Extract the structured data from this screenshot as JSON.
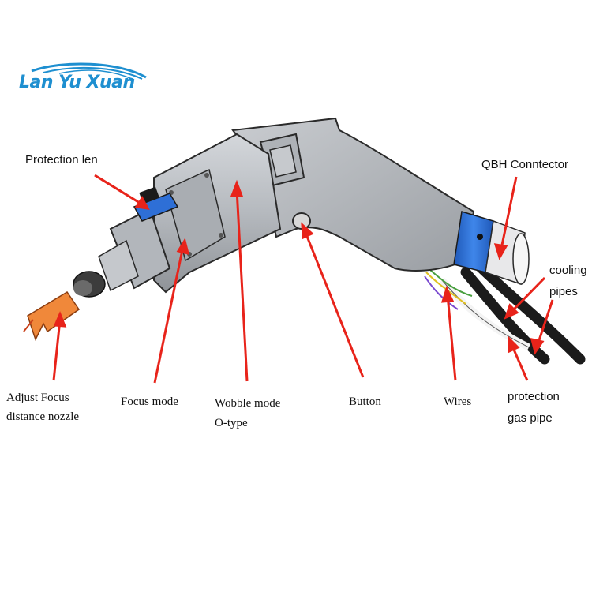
{
  "logo": {
    "text": "Lan Yu Xuan",
    "color": "#1e8fd0"
  },
  "labels": {
    "protection_len": "Protection len",
    "qbh_connector": "QBH Conntector",
    "cooling_pipes_line1": "cooling",
    "cooling_pipes_line2": "pipes",
    "adjust_focus_line1": "Adjust Focus",
    "adjust_focus_line2": "distance nozzle",
    "focus_mode": "Focus mode",
    "wobble_mode_line1": "Wobble mode",
    "wobble_mode_line2": "O-type",
    "button": "Button",
    "wires": "Wires",
    "protection_gas_line1": "protection",
    "protection_gas_line2": "gas pipe"
  },
  "colors": {
    "arrow": "#e8231a",
    "body": "#b9bdc2",
    "body_dark": "#8e9297",
    "outline": "#2a2a2a",
    "ring_blue": "#2e6fd6",
    "nozzle_orange": "#f0883a"
  }
}
